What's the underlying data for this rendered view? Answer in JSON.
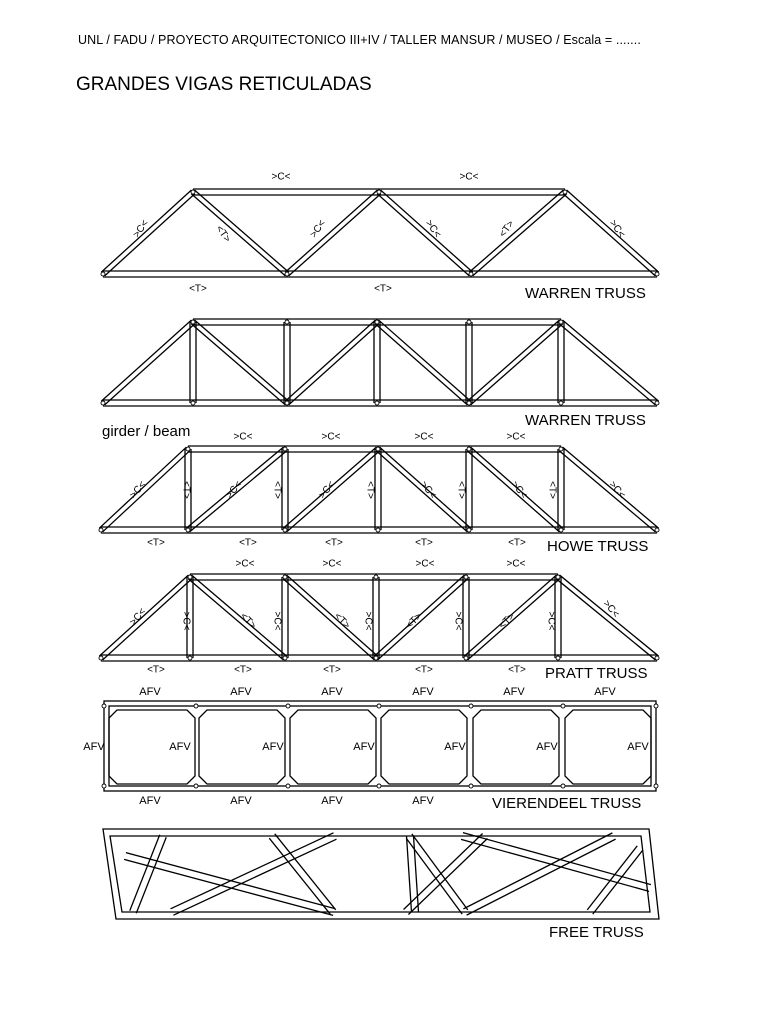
{
  "header": "UNL / FADU / PROYECTO ARQUITECTONICO III+IV / TALLER MANSUR / MUSEO / Escala = .......",
  "title": "GRANDES VIGAS RETICULADAS",
  "girder_label": "girder / beam",
  "trusses": [
    {
      "label": "WARREN TRUSS"
    },
    {
      "label": "WARREN TRUSS"
    },
    {
      "label": "HOWE TRUSS"
    },
    {
      "label": "PRATT TRUSS"
    },
    {
      "label": "VIERENDEEL TRUSS"
    },
    {
      "label": "FREE TRUSS"
    }
  ],
  "force_marks": {
    "compression": ">C<",
    "tension": "<T>",
    "diag_compression": ">C<",
    "diag_tension": "<T>",
    "vertical_tension": "<T>",
    "vertical_compression": ">C<",
    "shear": "AFV"
  }
}
